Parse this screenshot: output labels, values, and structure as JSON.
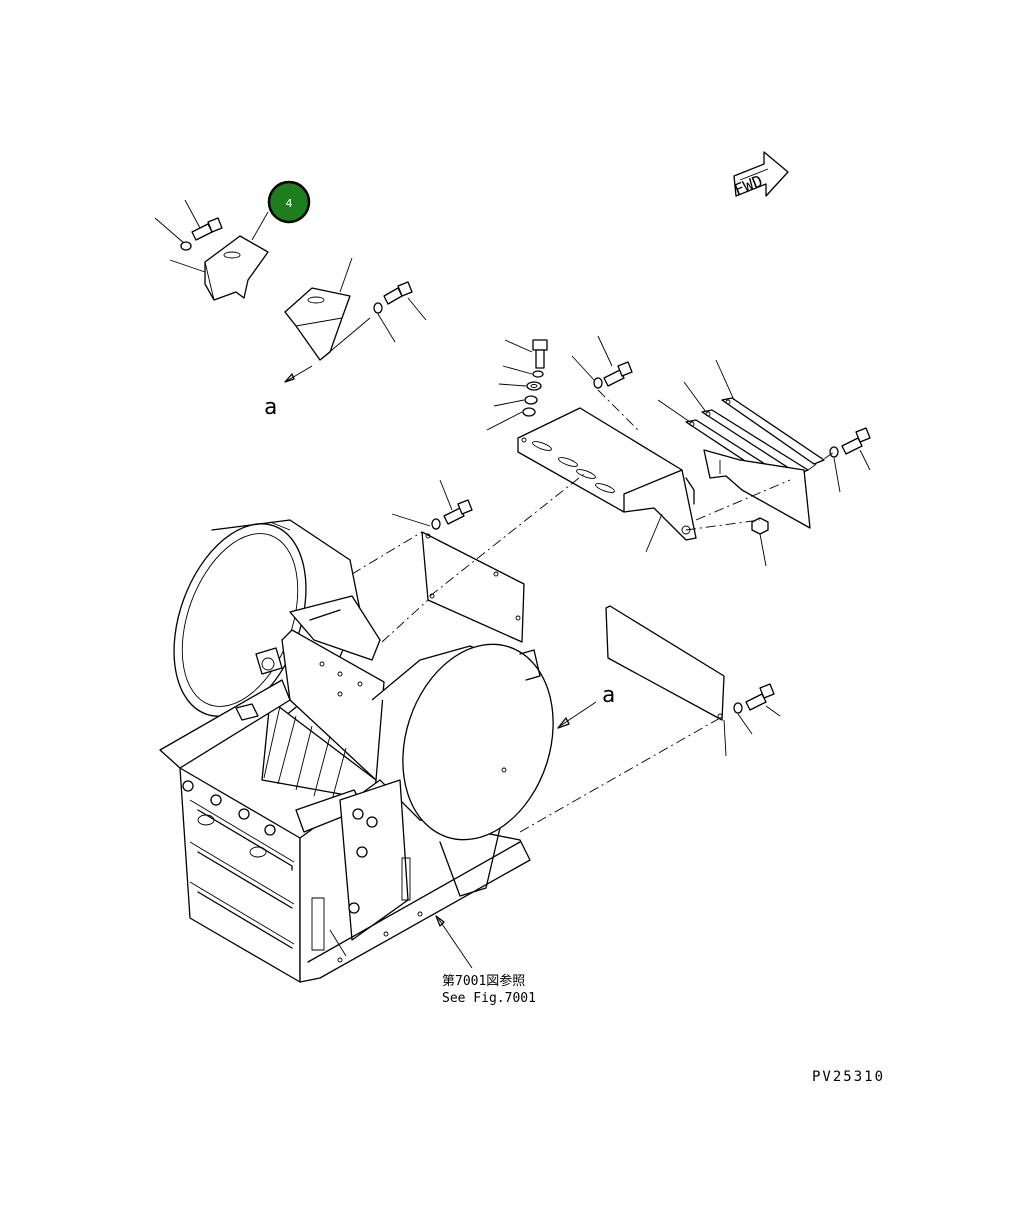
{
  "callout": {
    "number": "4",
    "fill": "#1e7d1e",
    "ring": "#000000"
  },
  "view_marks": {
    "upper": "a",
    "lower": "a"
  },
  "fwd_label": "FWD",
  "reference": {
    "line1": "第7001図参照",
    "line2": "See Fig.7001"
  },
  "figure_code": "PV25310"
}
